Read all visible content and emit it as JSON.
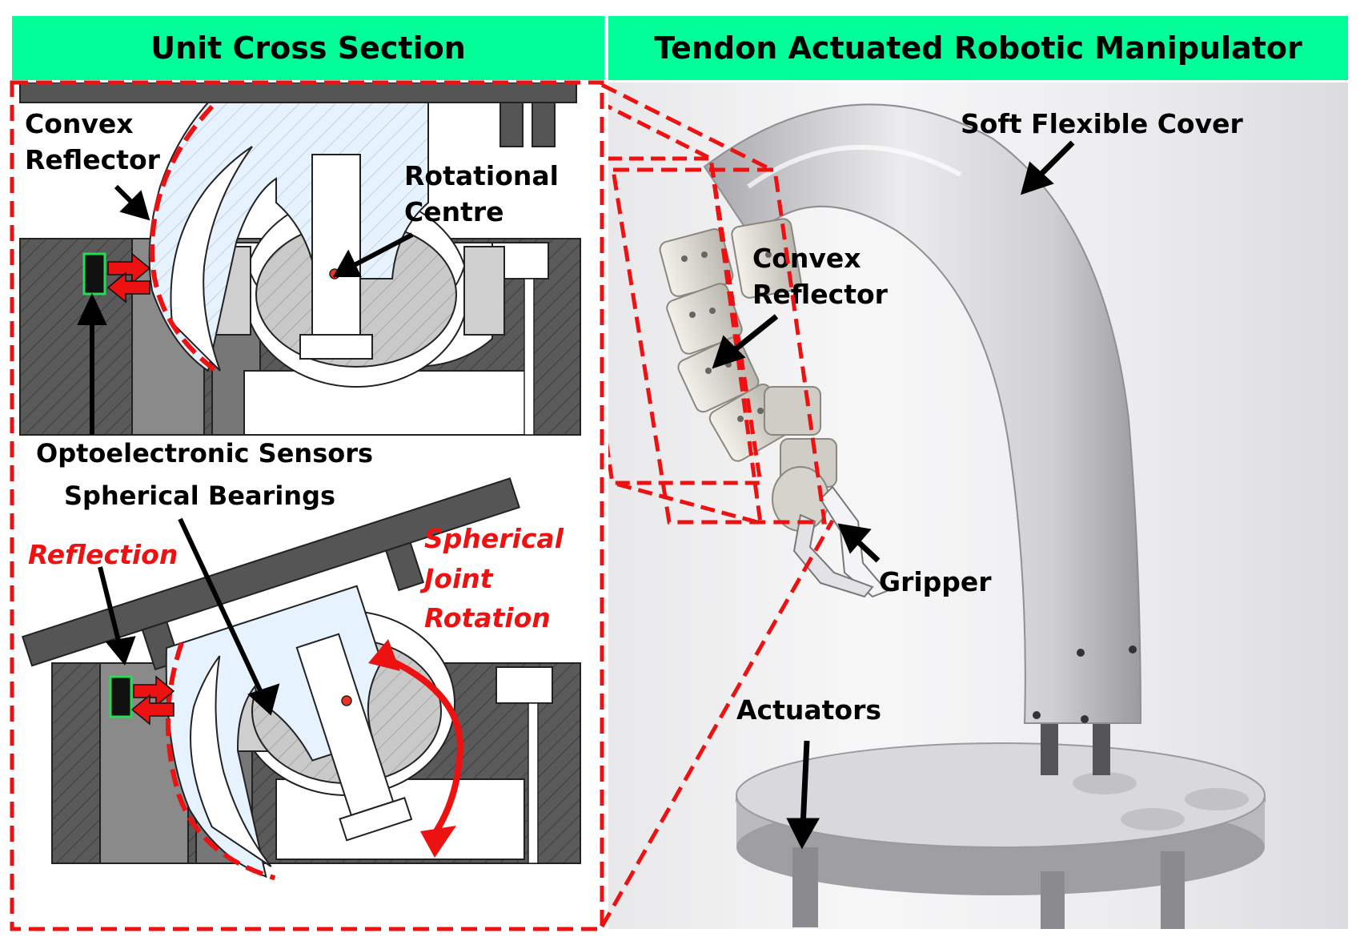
{
  "headers": {
    "left": "Unit Cross Section",
    "right": "Tendon Actuated Robotic Manipulator"
  },
  "left_labels": {
    "convex_reflector": "Convex\nReflector",
    "rotational_centre": "Rotational\nCentre",
    "optoelectronic_sensors": "Optoelectronic Sensors",
    "spherical_bearings": "Spherical Bearings",
    "reflection": "Reflection",
    "spherical_joint_rotation": "Spherical\nJoint\nRotation"
  },
  "right_labels": {
    "soft_flexible_cover": "Soft Flexible Cover",
    "convex_reflector": "Convex\nReflector",
    "gripper": "Gripper",
    "actuators": "Actuators"
  },
  "colors": {
    "header_bg": "#00ff99",
    "dashed_outline": "#ee1111",
    "reflector": "#e6f3ff",
    "housing_dark": "#555555",
    "sensor_green": "#22dd55"
  }
}
